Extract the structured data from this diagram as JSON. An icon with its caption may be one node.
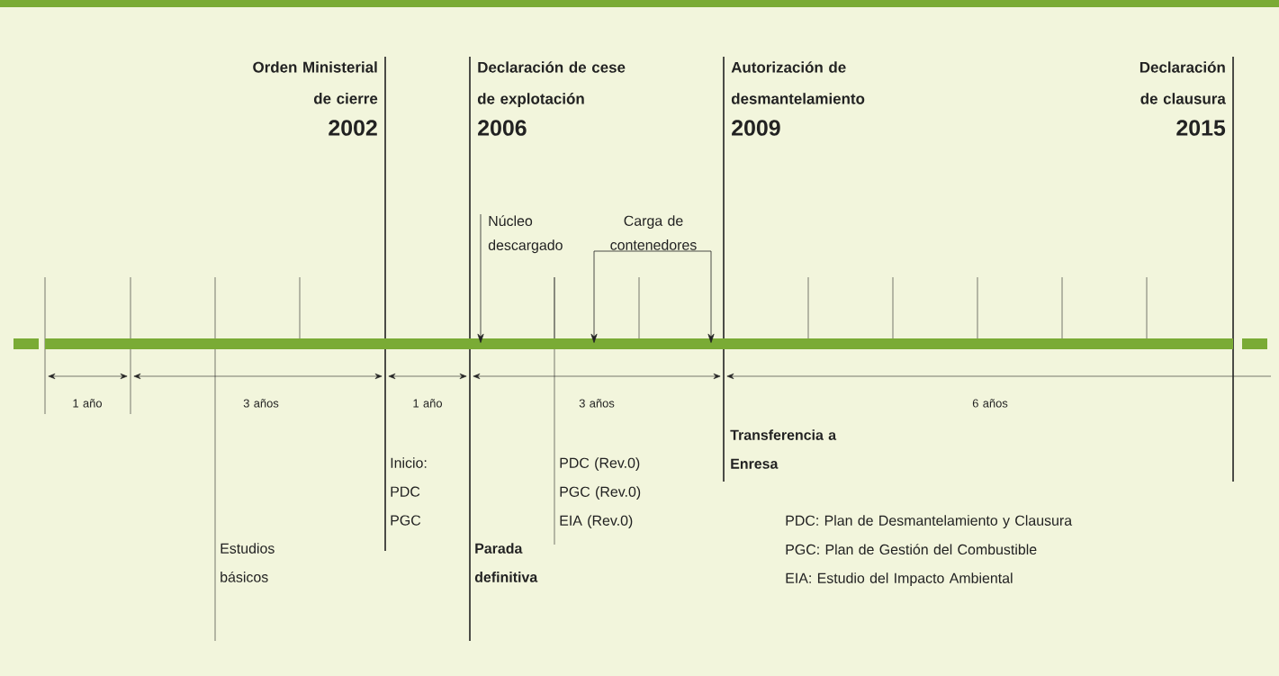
{
  "diagram": {
    "nodes": [
      {
        "text": [],
        "shape": "bar"
      },
      {
        "text": [
          "Núcleo descargado"
        ]
      },
      {
        "text": [
          "Carga de contenedores"
        ]
      }
    ],
    "edges": [
      {
        "from": 1,
        "to": 0,
        "arrow": "to"
      },
      {
        "from": 2,
        "to": 0,
        "arrow": "to"
      },
      {
        "from": 2,
        "to": 0,
        "arrow": "to"
      }
    ],
    "labels": [
      "Orden Ministerial de cierre",
      "2002",
      "Declaración de cese de explotación",
      "2006",
      "Autorización de desmantelamiento",
      "2009",
      "Declaración de clausura",
      "2015",
      "1 año",
      "3 años",
      "1 año",
      "3 años",
      "6 años",
      "Transferencia a Enresa",
      "Inicio: PDC PGC",
      "PDC (Rev.0)",
      "PGC (Rev.0)",
      "EIA (Rev.0)",
      "Estudios básicos",
      "Parada definitiva",
      "PDC: Plan de Desmantelamiento y Clausura",
      "PGC: Plan de Gestión del Combustible",
      "EIA: Estudio del Impacto Ambiental"
    ]
  }
}
